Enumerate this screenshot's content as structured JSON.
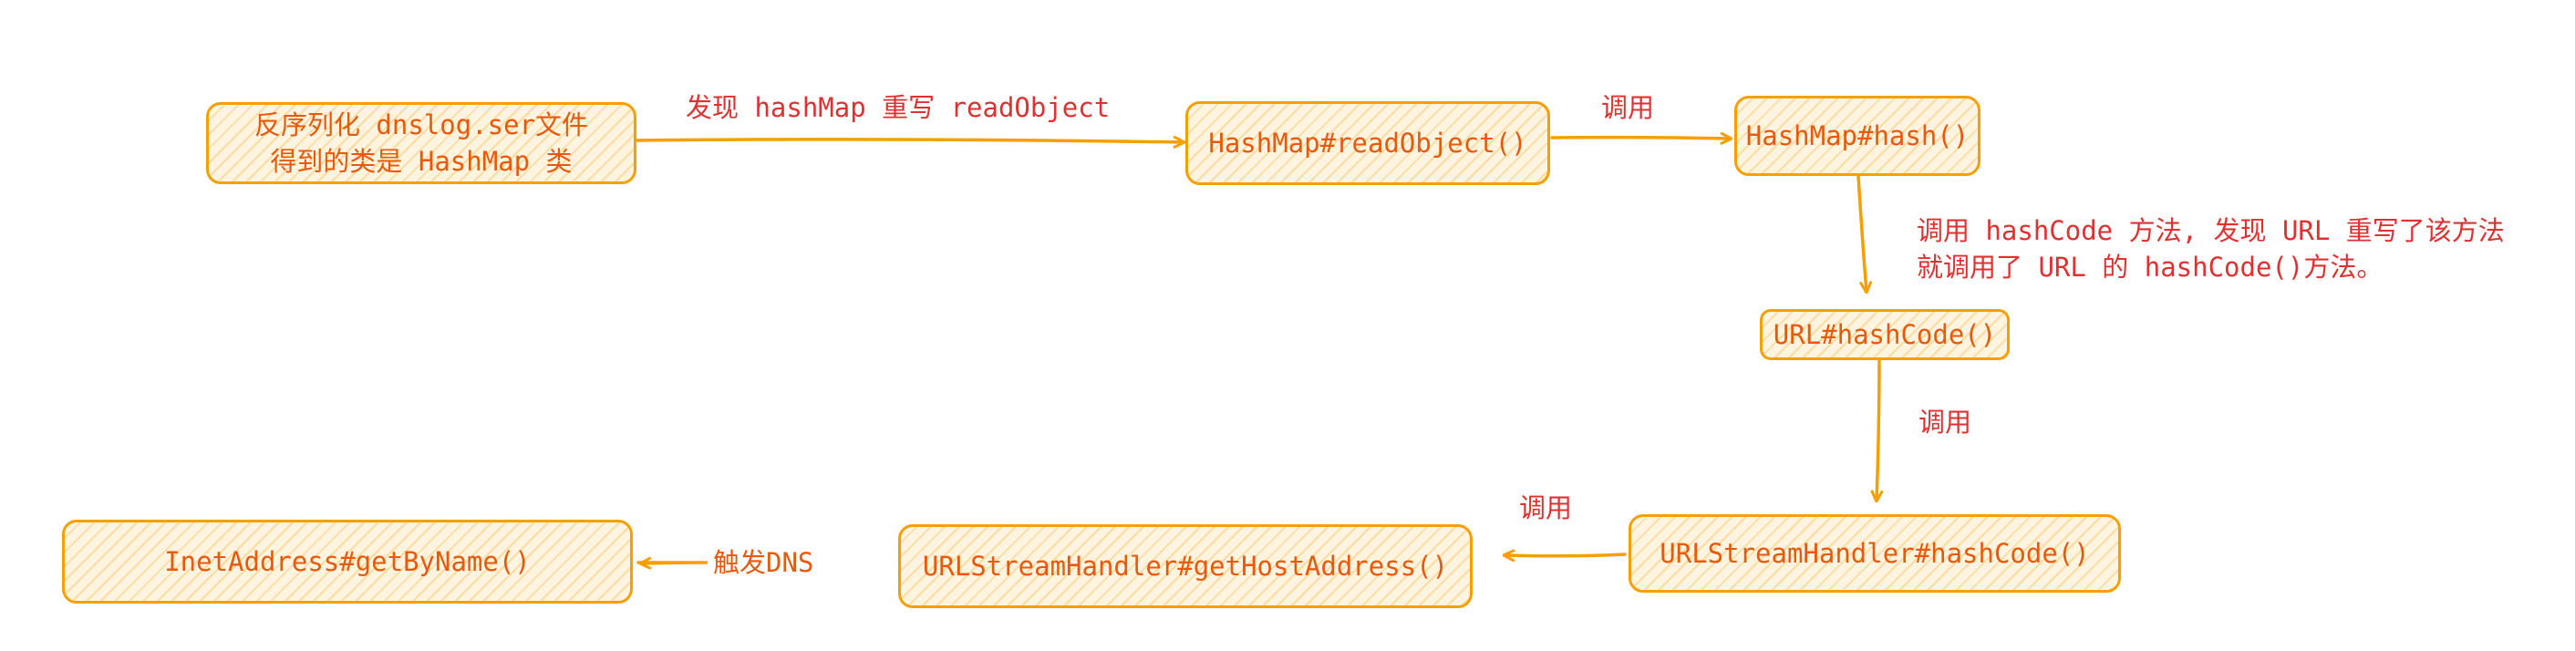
{
  "colors": {
    "stroke": "#f59f00",
    "node_text": "#e8590c",
    "label_red": "#e03131",
    "fill": "#fff4e0"
  },
  "nodes": {
    "deserialize": {
      "line1": "反序列化 dnslog.ser文件",
      "line2": "得到的类是 HashMap 类"
    },
    "hashmap_readobject": "HashMap#readObject()",
    "hashmap_hash": "HashMap#hash()",
    "url_hashcode": "URL#hashCode()",
    "urlstreamhandler_hashcode": "URLStreamHandler#hashCode()",
    "urlstreamhandler_gethostaddress": "URLStreamHandler#getHostAddress()",
    "inetaddress_getbyname": "InetAddress#getByName()"
  },
  "edge_labels": {
    "found_rewrite": "发现 hashMap 重写 readObject",
    "call_1": "调用",
    "call_hashcode_line1": "调用 hashCode 方法, 发现 URL 重写了该方法",
    "call_hashcode_line2": "就调用了 URL 的 hashCode()方法。",
    "call_2": "调用",
    "call_3": "调用",
    "trigger_dns": "触发DNS"
  }
}
